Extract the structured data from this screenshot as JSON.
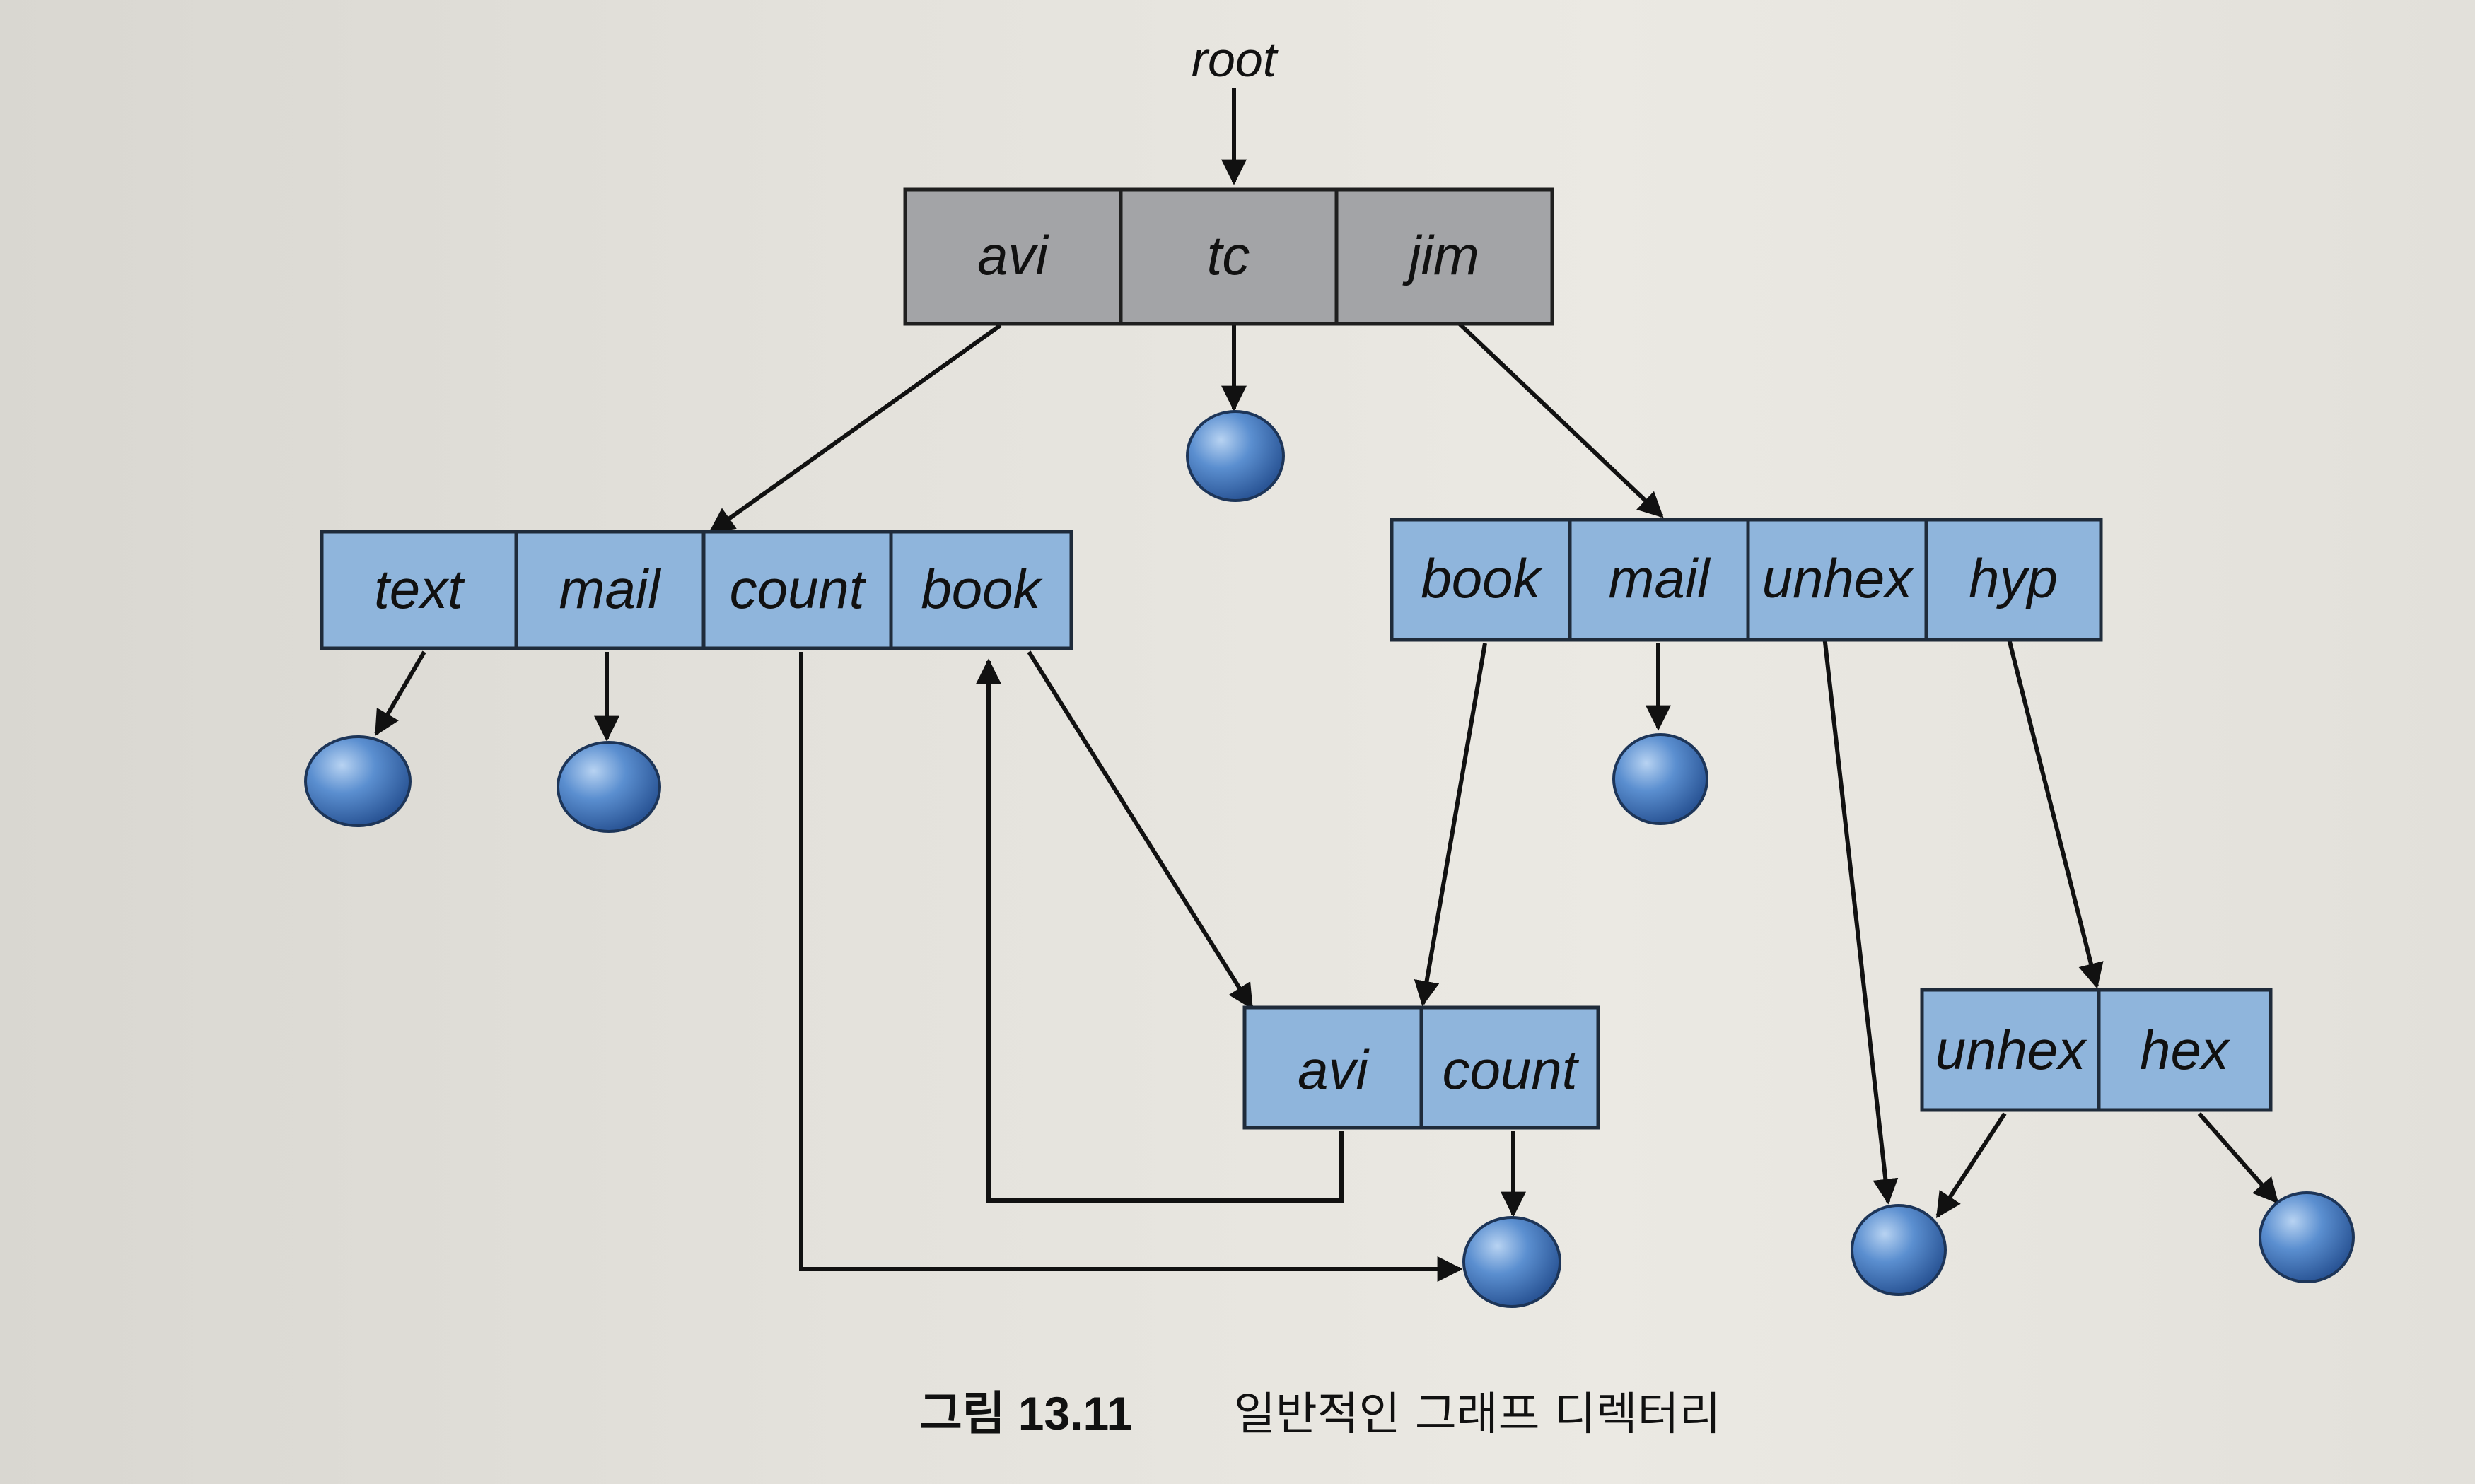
{
  "root_label": "root",
  "nodes": {
    "root_dir": [
      "avi",
      "tc",
      "jim"
    ],
    "avi_dir": [
      "text",
      "mail",
      "count",
      "book"
    ],
    "jim_dir": [
      "book",
      "mail",
      "unhex",
      "hyp"
    ],
    "shared_dir": [
      "avi",
      "count"
    ],
    "hyp_dir": [
      "unhex",
      "hex"
    ]
  },
  "caption": {
    "number": "그림 13.11",
    "text": "일반적인 그래프 디렉터리"
  },
  "colors": {
    "root_dir": "#a3a4a7",
    "sub_dir": "#8fb5dc",
    "leaf": "#3f79c0",
    "edge": "#111111"
  }
}
